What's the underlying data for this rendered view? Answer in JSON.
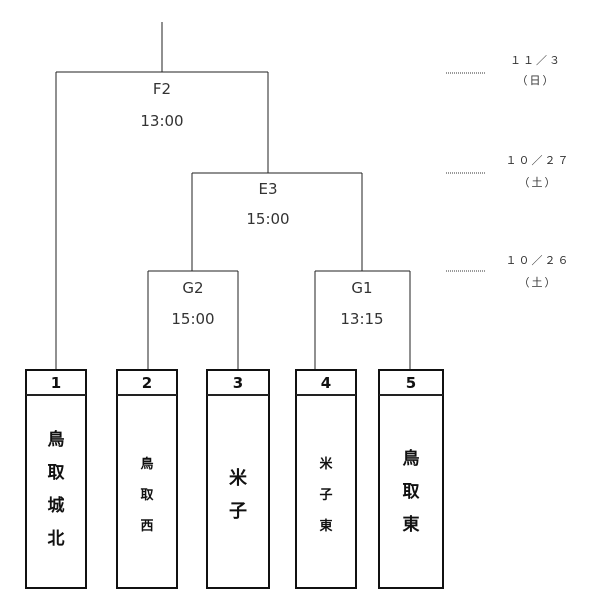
{
  "rounds": [
    {
      "date": "１１／３",
      "day": "（日）"
    },
    {
      "date": "１０／２７",
      "day": "（土）"
    },
    {
      "date": "１０／２６",
      "day": "（土）"
    }
  ],
  "matches": [
    {
      "code": "F2",
      "time": "13:00"
    },
    {
      "code": "E3",
      "time": "15:00"
    },
    {
      "code": "G2",
      "time": "15:00"
    },
    {
      "code": "G1",
      "time": "13:15"
    }
  ],
  "teams": [
    {
      "seed": "1",
      "name": "鳥取城北"
    },
    {
      "seed": "2",
      "name": "鳥取西"
    },
    {
      "seed": "3",
      "name": "米子"
    },
    {
      "seed": "4",
      "name": "米子東"
    },
    {
      "seed": "5",
      "name": "鳥取東"
    }
  ]
}
